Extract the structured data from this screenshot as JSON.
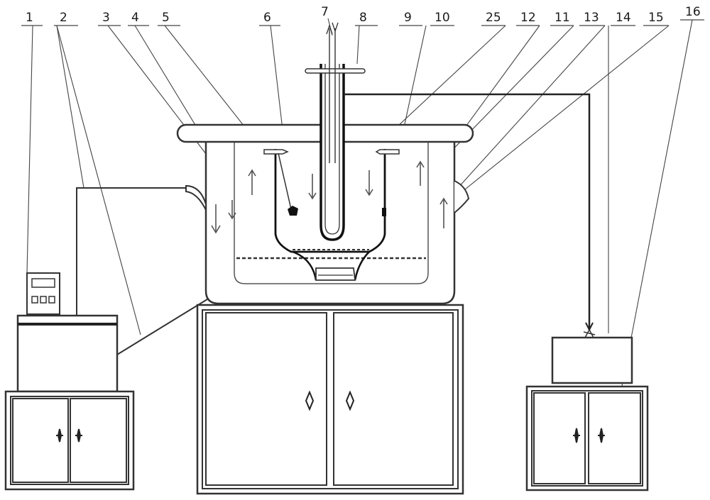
{
  "labels": {
    "l1": "1",
    "l2": "2",
    "l3": "3",
    "l4": "4",
    "l5": "5",
    "l6": "6",
    "l7": "7",
    "l8": "8",
    "l9": "9",
    "l10": "10",
    "l25": "25",
    "l12": "12",
    "l11": "11",
    "l13": "13",
    "l14": "14",
    "l15": "15",
    "l16": "16"
  },
  "controller_display": {
    "screen": "",
    "buttons": 3
  },
  "colors": {
    "line": "#333333",
    "thick": "#222222",
    "background": "#ffffff"
  }
}
